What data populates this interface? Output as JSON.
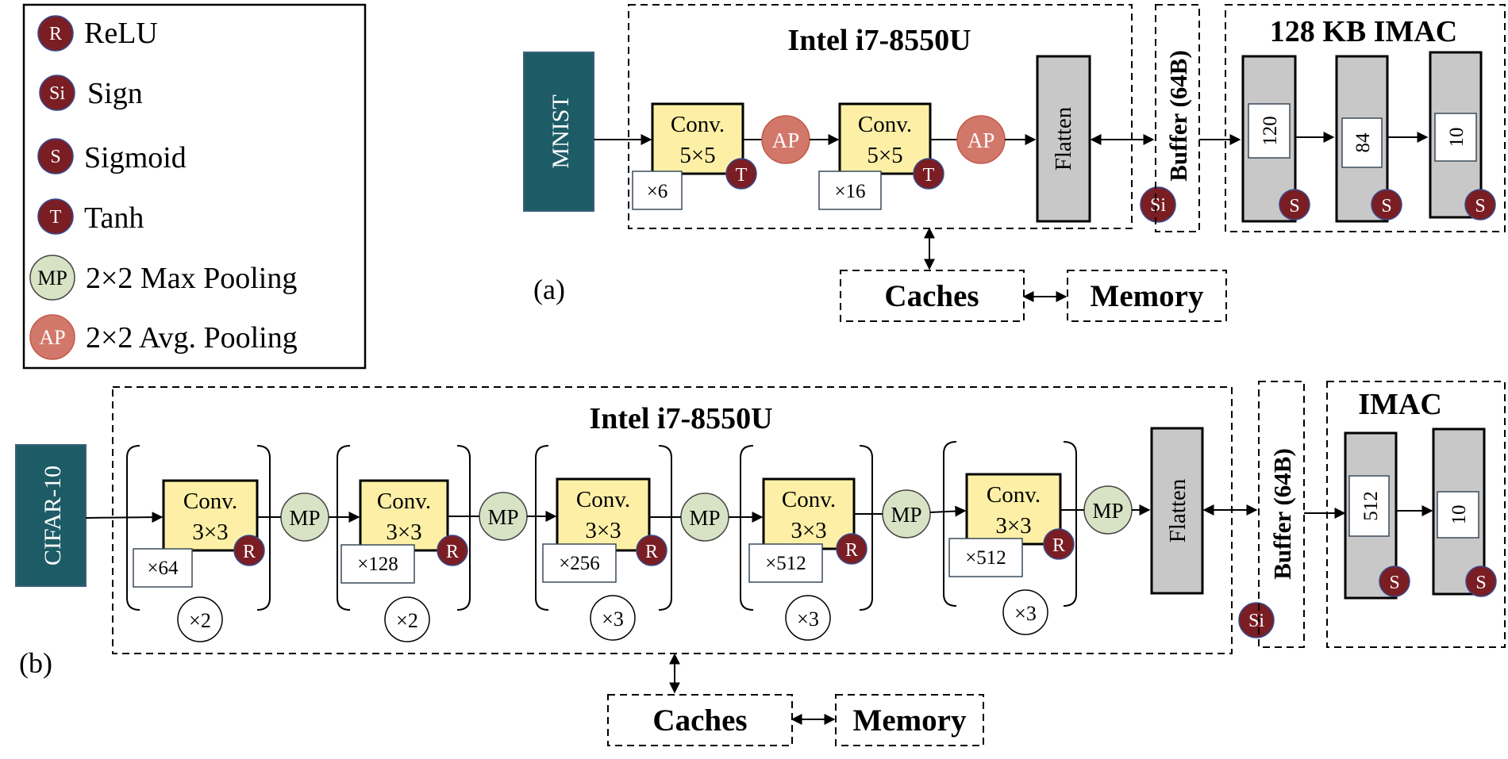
{
  "legend": {
    "items": [
      {
        "badge": "R",
        "label": "ReLU",
        "color": "#7a1e24"
      },
      {
        "badge": "Si",
        "label": "Sign",
        "color": "#7a1e24"
      },
      {
        "badge": "S",
        "label": "Sigmoid",
        "color": "#7a1e24"
      },
      {
        "badge": "T",
        "label": "Tanh",
        "color": "#7a1e24"
      },
      {
        "badge": "MP",
        "label": "2×2 Max Pooling",
        "color": "#d8e2c4"
      },
      {
        "badge": "AP",
        "label": "2×2 Avg. Pooling",
        "color": "#d2786a"
      }
    ]
  },
  "colors": {
    "dataset": "#1d5c66",
    "conv": "#fdf0a6",
    "flatten": "#c8c8c8",
    "activation": "#7a1e24",
    "max_pool": "#d8e2c4",
    "avg_pool": "#d2786a"
  },
  "panel_a": {
    "label": "(a)",
    "dataset": "MNIST",
    "cpu_title": "Intel i7-8550U",
    "conv_label_1": "Conv.",
    "conv_label_2": "5×5",
    "conv_badge": "T",
    "conv1_count": "×6",
    "conv2_count": "×16",
    "pool": "AP",
    "flatten": "Flatten",
    "sign": "Si",
    "buffer": "Buffer (64B)",
    "imac_title": "128 KB IMAC",
    "fc": [
      "120",
      "84",
      "10"
    ],
    "fc_badge": "S",
    "caches": "Caches",
    "memory": "Memory"
  },
  "panel_b": {
    "label": "(b)",
    "dataset": "CIFAR-10",
    "cpu_title": "Intel i7-8550U",
    "conv_label_1": "Conv.",
    "conv_label_2": "3×3",
    "conv_badge": "R",
    "pool": "MP",
    "blocks": [
      {
        "count": "×64",
        "repeat": "×2"
      },
      {
        "count": "×128",
        "repeat": "×2"
      },
      {
        "count": "×256",
        "repeat": "×3"
      },
      {
        "count": "×512",
        "repeat": "×3"
      },
      {
        "count": "×512",
        "repeat": "×3"
      }
    ],
    "flatten": "Flatten",
    "sign": "Si",
    "buffer": "Buffer (64B)",
    "imac_title": "IMAC",
    "fc": [
      "512",
      "10"
    ],
    "fc_badge": "S",
    "caches": "Caches",
    "memory": "Memory"
  }
}
